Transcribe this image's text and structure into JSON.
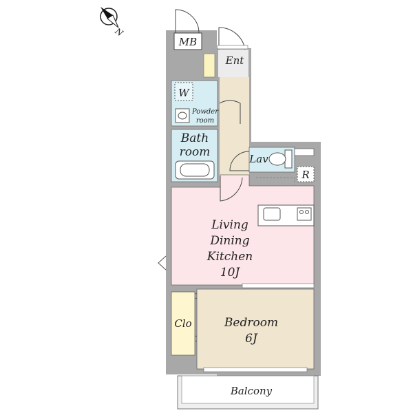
{
  "labels": {
    "mb": "MB",
    "ent": "Ent",
    "w": "W",
    "powder": [
      "Powder",
      "room"
    ],
    "bath": [
      "Bath",
      "room"
    ],
    "lav": "Lav",
    "r": "R",
    "ldk": [
      "Living",
      "Dining",
      "Kitchen",
      "10J"
    ],
    "clo": "Clo",
    "bedroom": [
      "Bedroom",
      "6J"
    ],
    "balcony": "Balcony",
    "compass": "N"
  },
  "colors": {
    "wall": "#a8a8a8",
    "wet": "#d6eef3",
    "wood": "#f0e6cf",
    "ldk": "#fde6ea",
    "closet": "#fdf6cf",
    "ent_floor": "#ececec",
    "shoe": "#fbf3c0",
    "balcony": "#efefef"
  }
}
